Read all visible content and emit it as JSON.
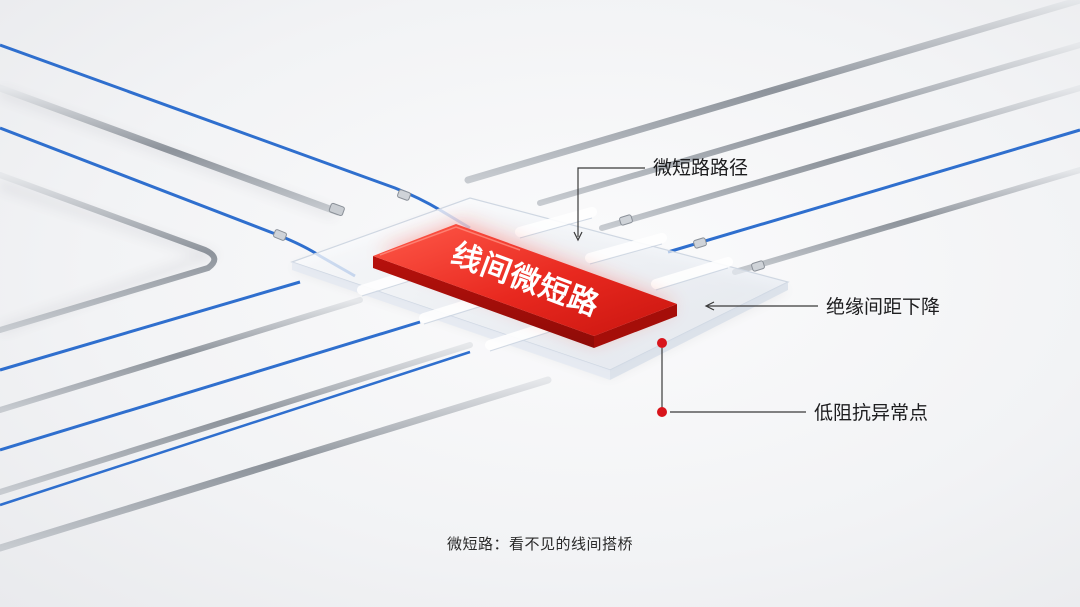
{
  "chip": {
    "label": "线间微短路"
  },
  "callouts": {
    "path": "微短路路径",
    "spacing": "绝缘间距下降",
    "anomaly": "低阻抗异常点"
  },
  "caption": "微短路：看不见的线间搭桥",
  "colors": {
    "chip": "#e8281f",
    "wire_blue": "#2f6fce",
    "wire_silver": "#9aa0a8",
    "anomaly_dot": "#d8141b",
    "glass": "#dfe6f0"
  }
}
